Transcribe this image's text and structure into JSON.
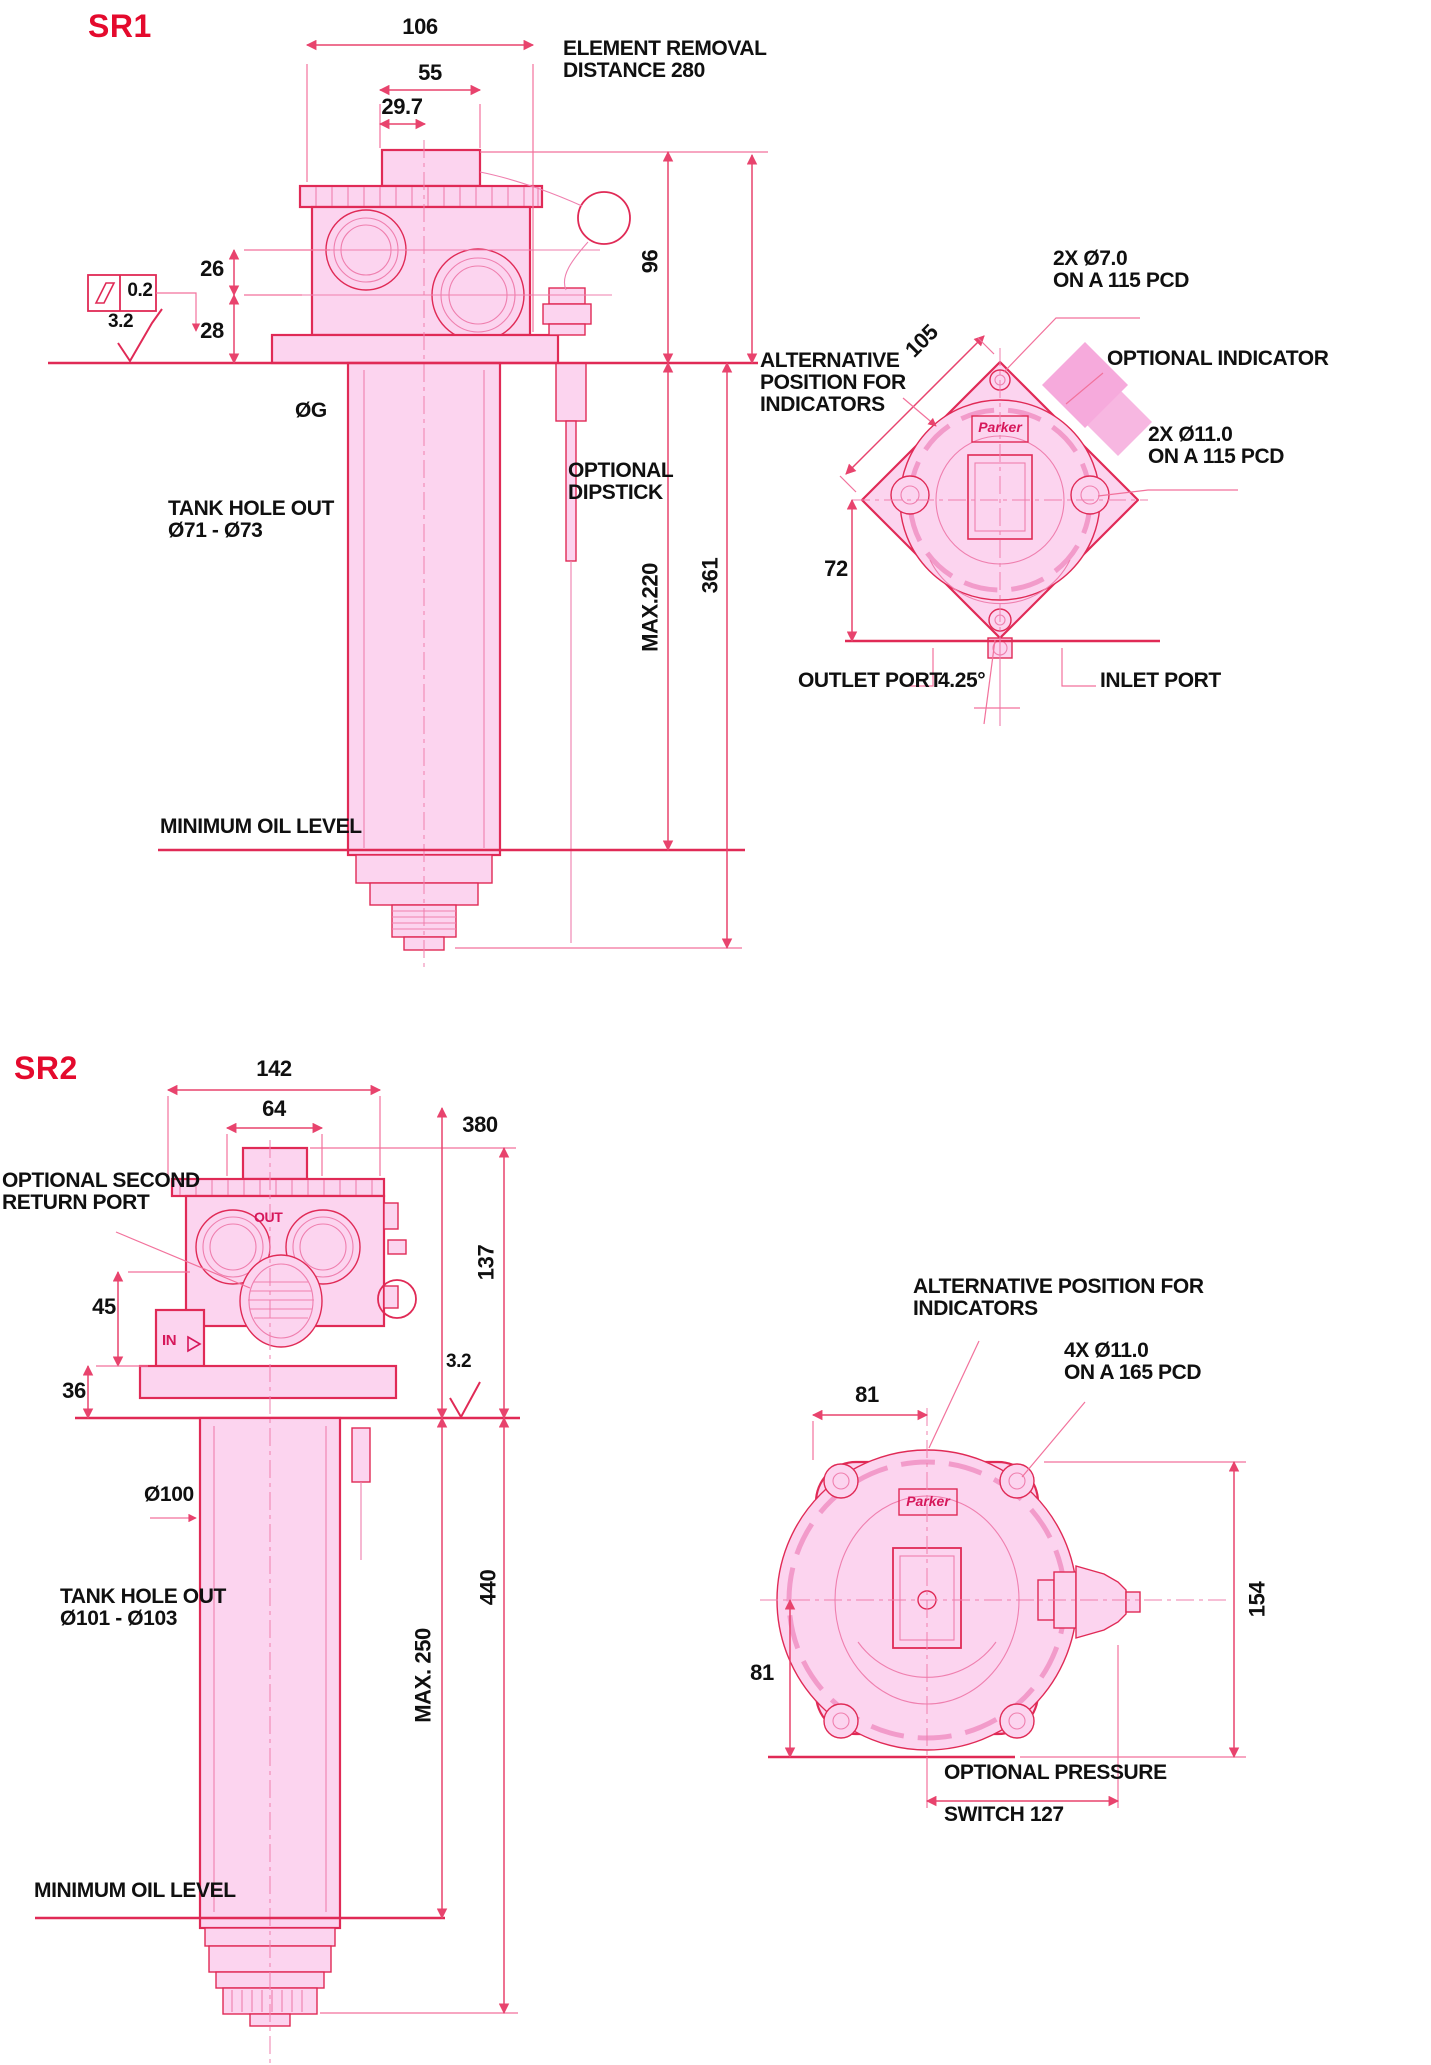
{
  "brand": {
    "logo": "Parker"
  },
  "colors": {
    "accent_red": "#e40a2d",
    "line_red": "#e02a56",
    "fill_pink": "#fcd4ef",
    "indicator_fill": "#f6aadc",
    "text": "#101010"
  },
  "sr1": {
    "title": "SR1",
    "front": {
      "dim_width_head": "106",
      "dim_width_cap": "55",
      "dim_width_port": "29.7",
      "element_removal_note": "ELEMENT REMOVAL\nDISTANCE 280",
      "flatness_value": "0.2",
      "roughness_value": "3.2",
      "dim_port1_height": "26",
      "dim_port2_height": "28",
      "dim_head_height": "96",
      "spigot_dia_label": "ØG",
      "tank_hole_note": "TANK HOLE OUT\nØ71 - Ø73",
      "dipstick_note": "OPTIONAL\nDIPSTICK",
      "dim_dipstick_depth": "MAX.220",
      "dim_total_depth": "361",
      "min_oil_label": "MINIMUM OIL LEVEL"
    },
    "top": {
      "small_holes_note": "2X Ø7.0\nON A 115 PCD",
      "optional_indicator_label": "OPTIONAL INDICATOR",
      "large_holes_note": "2X Ø11.0\nON A 115 PCD",
      "alt_position_note": "ALTERNATIVE\nPOSITION FOR\nINDICATORS",
      "dim_flange_diag": "105",
      "dim_port_offset": "72",
      "outlet_port_label": "OUTLET PORT",
      "angle_label": "4.25°",
      "inlet_port_label": "INLET PORT"
    }
  },
  "sr2": {
    "title": "SR2",
    "front": {
      "dim_width_head": "142",
      "dim_width_cap": "64",
      "dim_height_above": "380",
      "dim_head_height": "137",
      "second_return_note": "OPTIONAL SECOND\nRETURN PORT",
      "dim_port_height": "45",
      "dim_flange_height": "36",
      "roughness_value": "3.2",
      "out_label": "OUT",
      "in_label": "IN",
      "spigot_dia_label": "Ø100",
      "tank_hole_note": "TANK HOLE OUT\nØ101 - Ø103",
      "dim_element_depth": "MAX. 250",
      "dim_total_depth": "440",
      "min_oil_label": "MINIMUM OIL LEVEL"
    },
    "top": {
      "alt_position_note": "ALTERNATIVE POSITION FOR\nINDICATORS",
      "holes_note": "4X Ø11.0\nON A 165 PCD",
      "dim_center_offset_x": "81",
      "dim_center_offset_y": "81",
      "dim_body_height": "154",
      "pressure_switch_note_1": "OPTIONAL PRESSURE",
      "pressure_switch_note_2": "SWITCH 127"
    }
  }
}
